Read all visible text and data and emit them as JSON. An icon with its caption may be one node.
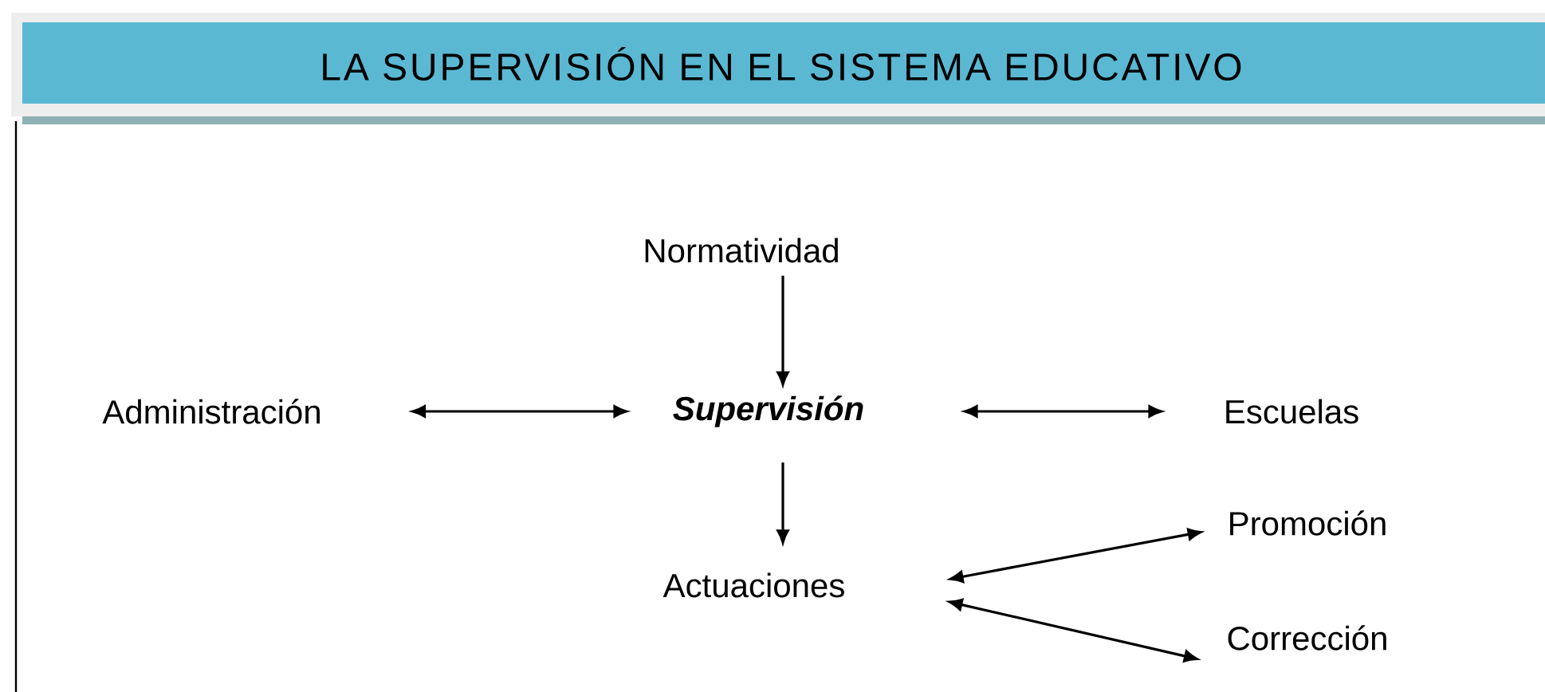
{
  "diagram": {
    "title": "LA SUPERVISIÓN EN EL SISTEMA  EDUCATIVO",
    "nodes": [
      {
        "text": [
          "Normatividad"
        ]
      },
      {
        "text": [
          "Administración"
        ]
      },
      {
        "text": [
          "Supervisión"
        ]
      },
      {
        "text": [
          "Escuelas"
        ]
      },
      {
        "text": [
          "Actuaciones"
        ]
      },
      {
        "text": [
          "Promoción"
        ]
      },
      {
        "text": [
          "Corrección"
        ]
      }
    ],
    "edges": [
      {
        "from": 0,
        "to": 2,
        "arrow": "to"
      },
      {
        "from": 1,
        "to": 2,
        "arrow": "both"
      },
      {
        "from": 2,
        "to": 3,
        "arrow": "both"
      },
      {
        "from": 2,
        "to": 4,
        "arrow": "to"
      },
      {
        "from": 4,
        "to": 5,
        "arrow": "both"
      },
      {
        "from": 4,
        "to": 6,
        "arrow": "both"
      }
    ]
  }
}
